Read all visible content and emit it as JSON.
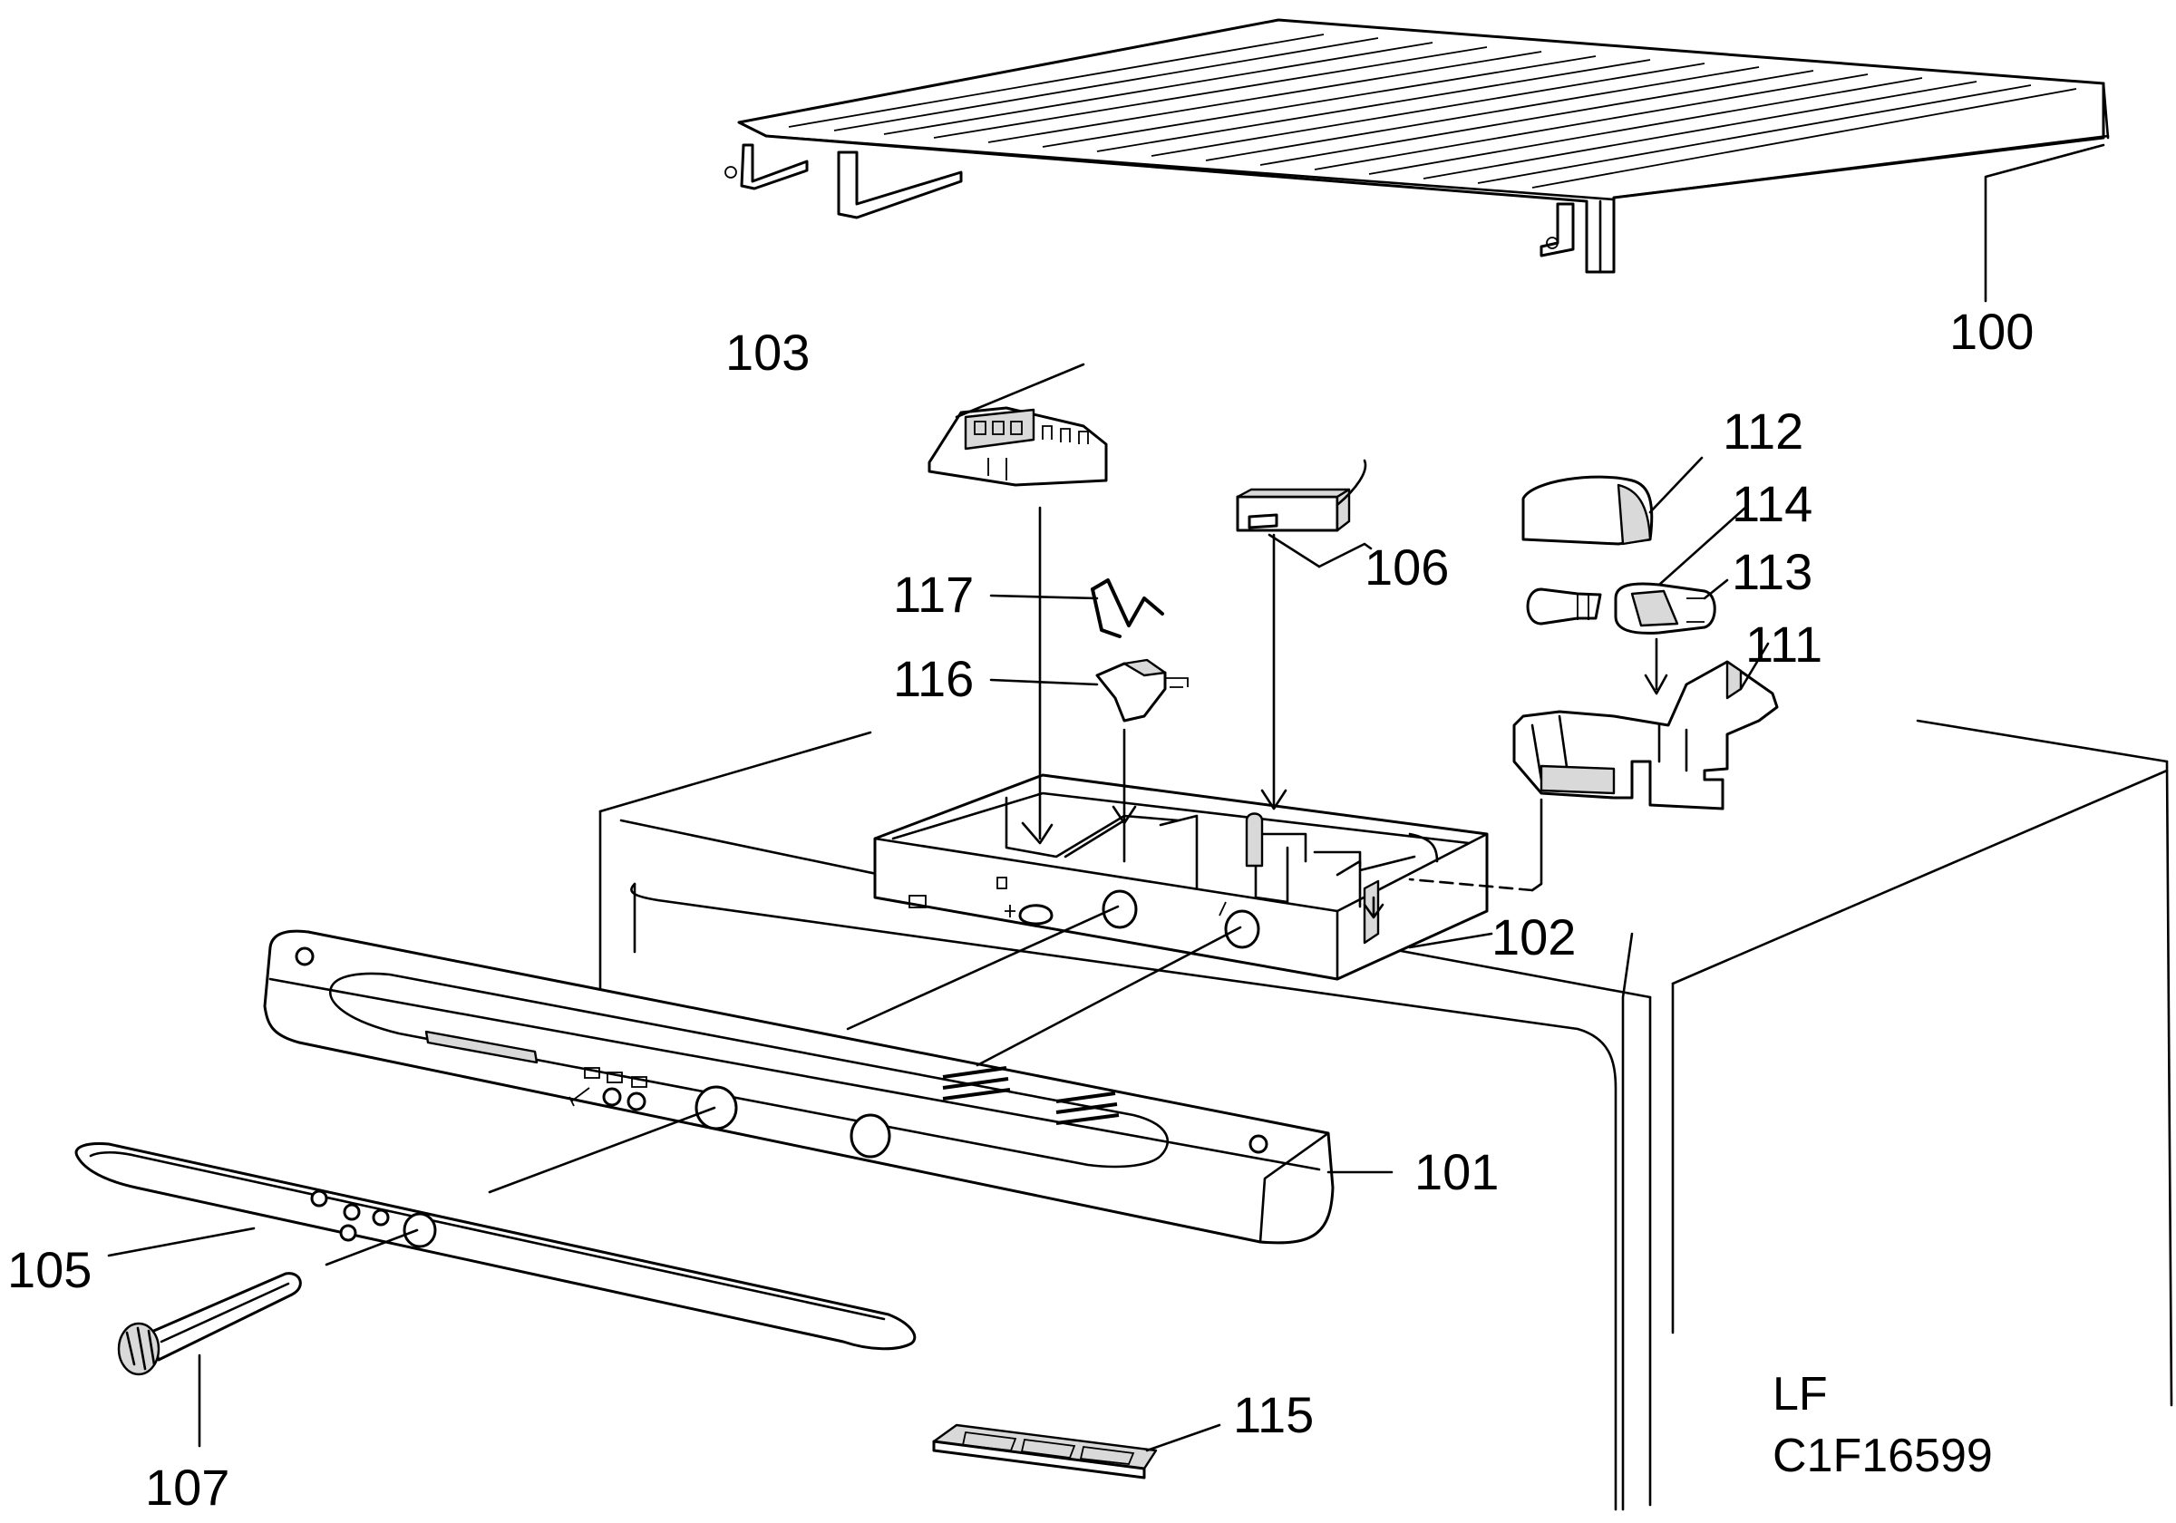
{
  "labels": {
    "p100": "100",
    "p101": "101",
    "p102": "102",
    "p103": "103",
    "p105": "105",
    "p106": "106",
    "p107": "107",
    "p111": "111",
    "p112": "112",
    "p113": "113",
    "p114": "114",
    "p115": "115",
    "p116": "116",
    "p117": "117"
  },
  "code": {
    "line1": "LF",
    "line2": "C1F16599"
  }
}
